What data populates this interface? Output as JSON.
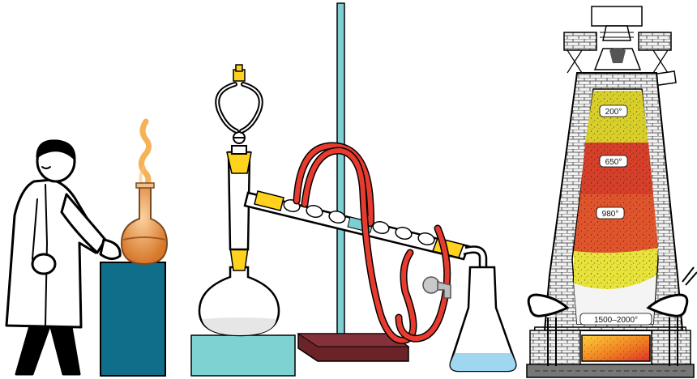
{
  "furnace": {
    "zones": [
      {
        "label": "200°",
        "color": "#d9cf2b"
      },
      {
        "label": "650°",
        "color": "#d6402a"
      },
      {
        "label": "980°",
        "color": "#e0552b"
      },
      {
        "label": "",
        "color": "#e8e33a"
      },
      {
        "label": "1500–2000°",
        "color": "#f4f4f4"
      }
    ]
  },
  "colors": {
    "scientist_outline": "#000000",
    "flask_liquid": "#e08a3a",
    "steam": "#f4a43a",
    "pedestal": "#0f6f8a",
    "lab_jack": "#7fd2d2",
    "stand_rod": "#7fcfd2",
    "stand_base": "#6b2328",
    "hose": "#e63b2e",
    "joint": "#ffd21e",
    "receiver_liquid": "#9fd7f0",
    "hearth_fire": "#f0a02a"
  }
}
